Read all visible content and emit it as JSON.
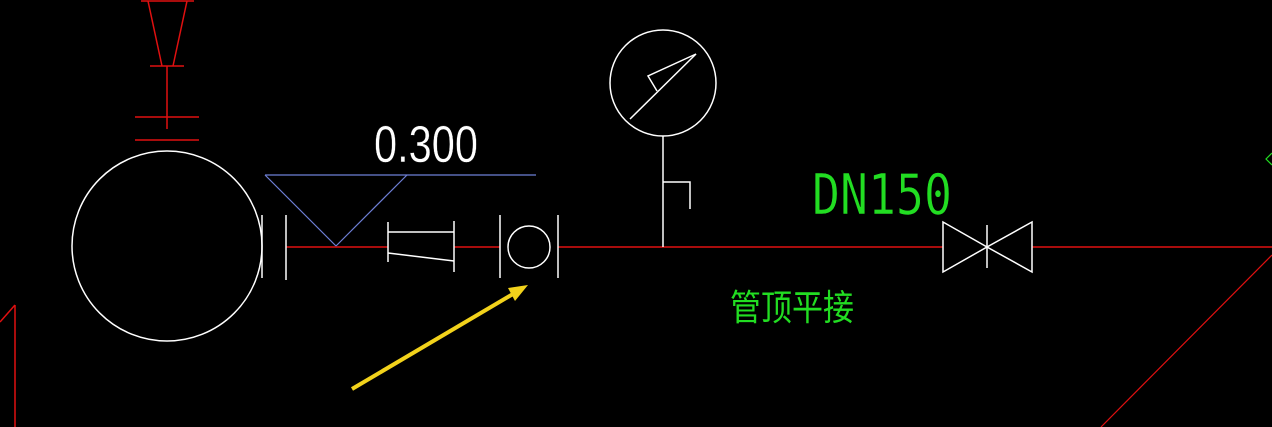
{
  "drawing": {
    "background": "#000000",
    "colors": {
      "pipe": "#e01010",
      "equipment": "#ffffff",
      "elevation_marker": "#6e7fd6",
      "annotation_text": "#22dd22",
      "highlight_arrow": "#f2d21b"
    },
    "labels": {
      "elevation": "0.300",
      "pipe_size": "DN150",
      "connection_note": "管顶平接"
    },
    "components": [
      {
        "name": "pump",
        "shape": "circle"
      },
      {
        "name": "inlet-strainer-funnel",
        "shape": "funnel"
      },
      {
        "name": "flange-pair",
        "shape": "double-line"
      },
      {
        "name": "eccentric-reducer",
        "shape": "trapezoid"
      },
      {
        "name": "flexible-joint",
        "shape": "circle-between-lines"
      },
      {
        "name": "pressure-gauge",
        "shape": "gauge"
      },
      {
        "name": "gate-valve",
        "shape": "bowtie"
      }
    ],
    "highlight": {
      "type": "arrow",
      "target": "flexible-joint"
    }
  }
}
